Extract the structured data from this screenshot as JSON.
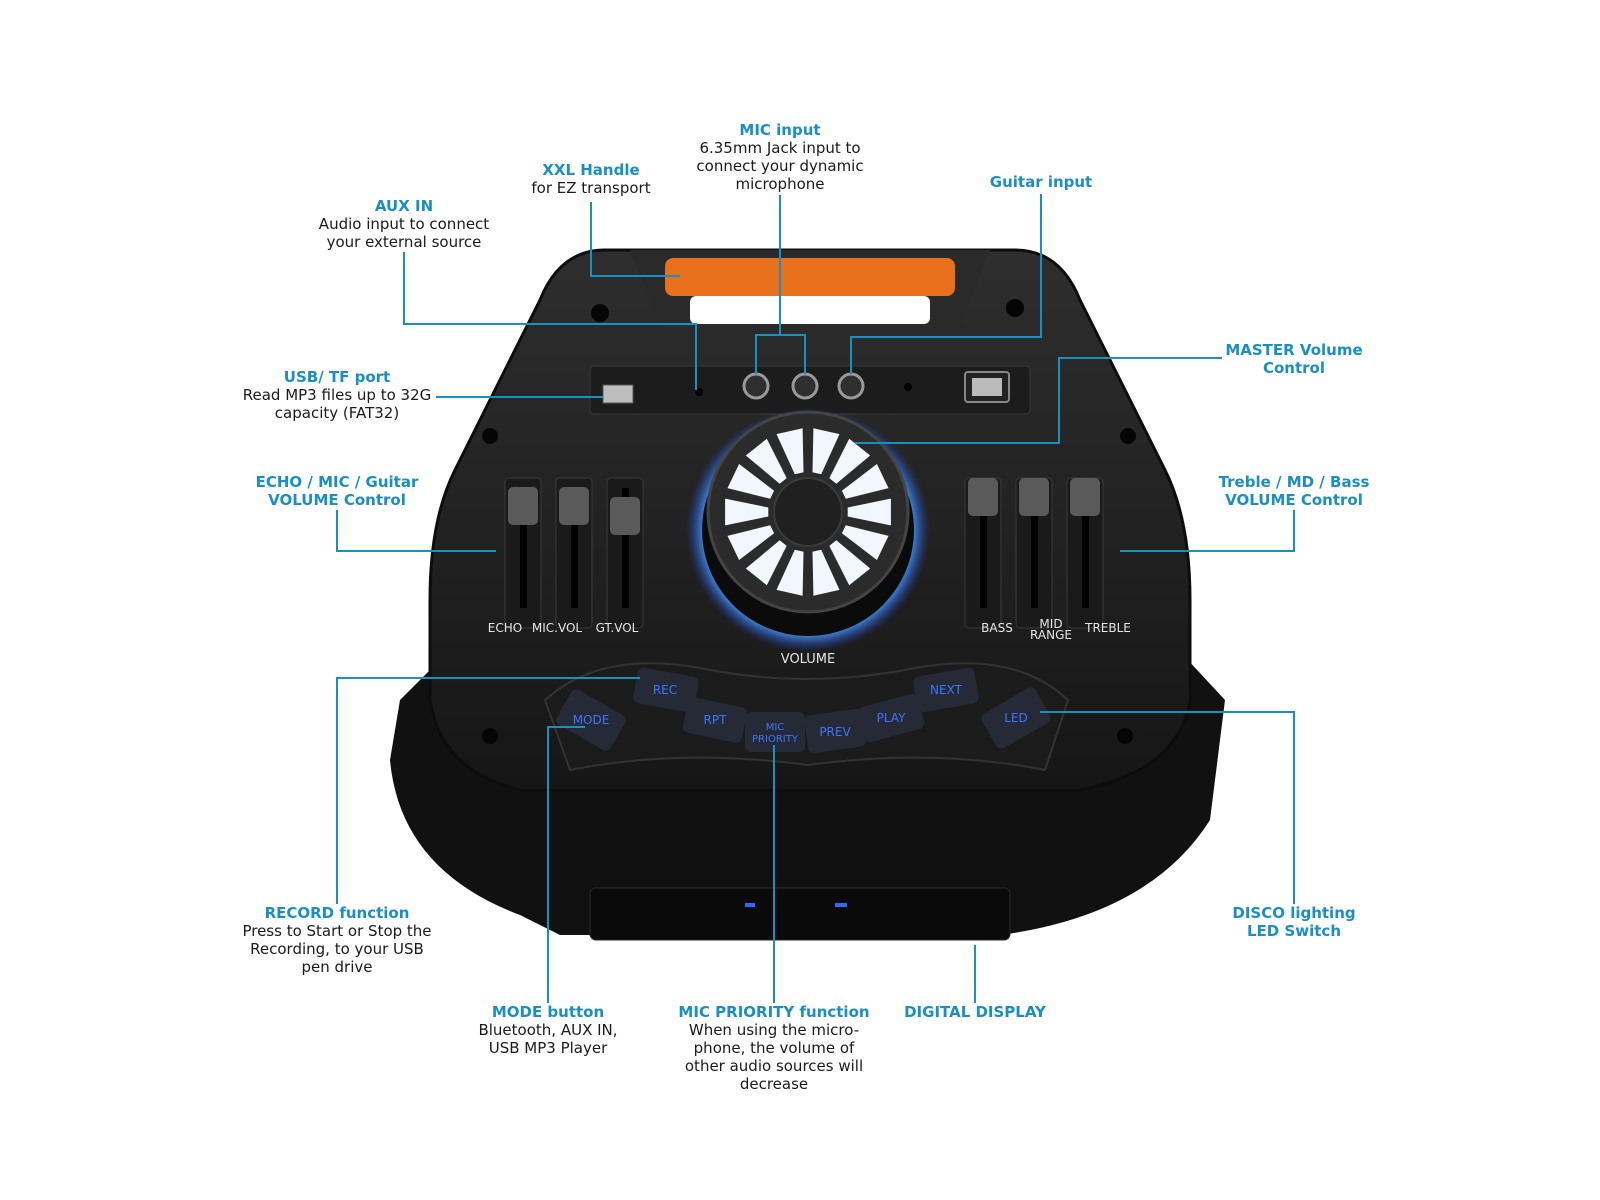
{
  "callouts": {
    "mic_input": {
      "title": "MIC input",
      "desc": [
        "6.35mm Jack input to",
        "connect your dynamic",
        "microphone"
      ]
    },
    "xxl_handle": {
      "title": "XXL Handle",
      "desc": [
        "for EZ transport"
      ]
    },
    "aux_in": {
      "title": "AUX IN",
      "desc": [
        "Audio input to connect",
        "your external source"
      ]
    },
    "guitar_input": {
      "title": "Guitar input",
      "desc": []
    },
    "usb_tf": {
      "title": "USB/ TF port",
      "desc": [
        "Read MP3 files up to 32G",
        "capacity (FAT32)"
      ]
    },
    "master_volume": {
      "title": "MASTER Volume",
      "desc": []
    },
    "master_volume_2": "Control",
    "echo_mic_guitar": {
      "title": "ECHO / MIC / Guitar",
      "title2": "VOLUME Control"
    },
    "treble_md_bass": {
      "title": "Treble / MD / Bass",
      "title2": "VOLUME Control"
    },
    "record": {
      "title": "RECORD function",
      "desc": [
        "Press to Start or Stop the",
        "Recording, to your USB",
        "pen drive"
      ]
    },
    "disco": {
      "title": "DISCO lighting",
      "title2": "LED Switch"
    },
    "mode": {
      "title": "MODE button",
      "desc": [
        "Bluetooth, AUX IN,",
        "USB MP3 Player"
      ]
    },
    "mic_priority": {
      "title": "MIC PRIORITY function",
      "desc": [
        "When using the micro-",
        "phone, the volume of",
        "other audio sources will",
        "decrease"
      ]
    },
    "digital_display": {
      "title": "DIGITAL DISPLAY"
    }
  },
  "panel_labels": {
    "echo": "ECHO",
    "mic_vol": "MIC.VOL",
    "gt_vol": "GT.VOL",
    "bass": "BASS",
    "mid": "MID",
    "range": "RANGE",
    "treble": "TREBLE",
    "volume": "VOLUME"
  },
  "buttons": {
    "rec": "REC",
    "next": "NEXT",
    "mode": "MODE",
    "rpt": "RPT",
    "mic": "MIC",
    "priority": "PRIORITY",
    "prev": "PREV",
    "play": "PLAY",
    "led": "LED"
  },
  "colors": {
    "accent": "#1a8fc4",
    "handle": "#e8701c",
    "body": "#262626",
    "button_glow": "#3d74ff"
  }
}
